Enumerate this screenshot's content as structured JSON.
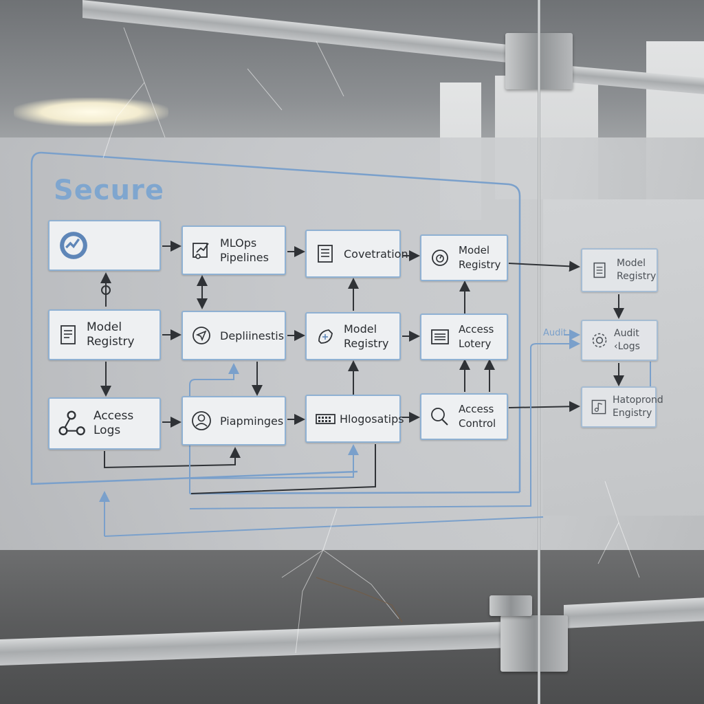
{
  "heading": "Secure",
  "audit_tag": "Audit",
  "nodes": {
    "r1c2": "MLOps\nPipelines",
    "r1c3": "Covetration",
    "r1c4": "Model\nRegistry",
    "r2c1": "Model\nRegistry",
    "r2c2": "Depliinestis",
    "r2c3": "Model\nRegistry",
    "r2c4": "Access\nLotery",
    "r3c1": "Access\nLogs",
    "r3c2": "Piapminges",
    "r3c3": "Hlogosatips",
    "r3c4": "Access\nControl",
    "side1": "Model\nRegistry",
    "side2": "Audit ‹Logs",
    "side3": "Hatoprond\nEngistry"
  },
  "colors": {
    "accent": "#8fb1d3",
    "heading": "#7fa6cf",
    "wire_dark": "#2f3236",
    "wire_blue": "#7aa0cb"
  },
  "icons": {
    "r1c1": "gauge-icon",
    "r1c2": "chart-pipeline-icon",
    "r1c3": "document-icon",
    "r1c4": "dial-icon",
    "r2c1": "document-icon",
    "r2c2": "send-icon",
    "r2c3": "tag-icon",
    "r2c4": "list-icon",
    "r3c1": "share-icon",
    "r3c2": "user-icon",
    "r3c3": "keyboard-icon",
    "r3c4": "search-icon",
    "side1": "document-icon",
    "side2": "gear-icon",
    "side3": "music-icon"
  }
}
